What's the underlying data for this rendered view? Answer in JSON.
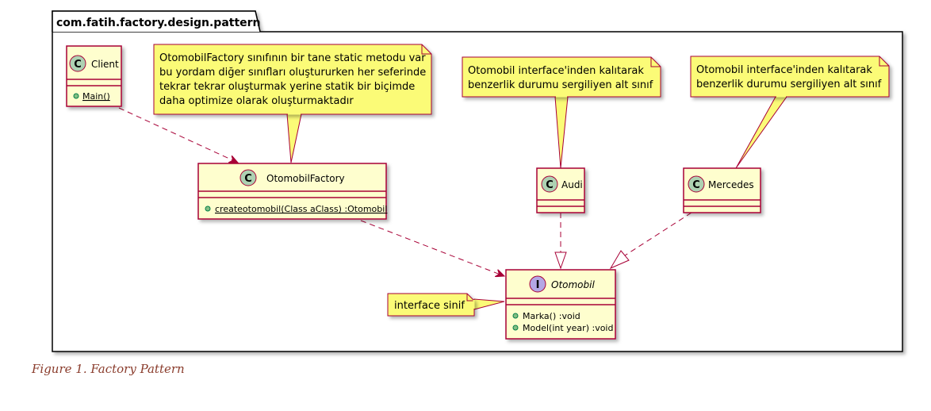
{
  "package": {
    "name": "com.fatih.factory.design.pattern"
  },
  "classes": {
    "client": {
      "stereotype": "C",
      "name": "Client",
      "methods": [
        "Main()"
      ]
    },
    "factory": {
      "stereotype": "C",
      "name": "OtomobilFactory",
      "methods": [
        "createotomobil(Class aClass) :Otomobil"
      ]
    },
    "audi": {
      "stereotype": "C",
      "name": "Audi"
    },
    "mercedes": {
      "stereotype": "C",
      "name": "Mercedes"
    },
    "otomobil": {
      "stereotype": "I",
      "name": "Otomobil",
      "methods": [
        "Marka() :void",
        "Model(int year) :void"
      ]
    }
  },
  "notes": {
    "factory": [
      "OtomobilFactory sınıfının bir tane static metodu var",
      "bu yordam diğer sınıfları oluştururken her seferinde",
      "tekrar tekrar oluşturmak yerine statik bir biçimde",
      "daha optimize olarak oluşturmaktadır"
    ],
    "audi": [
      "Otomobil interface'inden kalıtarak",
      "benzerlik durumu sergiliyen alt sınıf"
    ],
    "mercedes": [
      "Otomobil interface'inden kalıtarak",
      "benzerlik durumu sergiliyen alt sınıf"
    ],
    "interface": [
      "interface sinif"
    ]
  },
  "colors": {
    "class_fill": "#fefece",
    "class_border": "#a80036",
    "note_fill": "#fbfb77",
    "circle_class": "#add1b2",
    "circle_interface": "#b4a7e5"
  },
  "caption": "Figure 1. Factory Pattern"
}
